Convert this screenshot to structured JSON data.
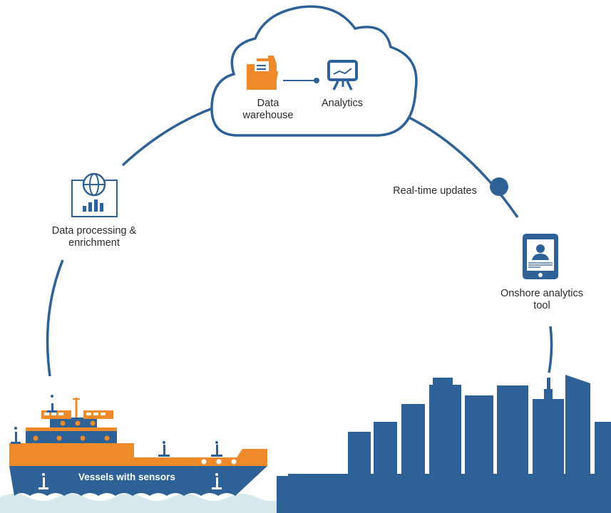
{
  "colors": {
    "primary_blue": "#2e6296",
    "accent_orange": "#ef8a2b",
    "water": "#d7e9ec",
    "text": "#2b2b2b",
    "background": "#ffffff"
  },
  "cloud": {
    "data_warehouse": {
      "label_line1": "Data",
      "label_line2": "warehouse",
      "icon": "folder-document-icon"
    },
    "analytics": {
      "label": "Analytics",
      "icon": "presentation-chart-icon"
    }
  },
  "processing": {
    "label_line1": "Data processing &",
    "label_line2": "enrichment",
    "icon": "globe-bar-chart-icon"
  },
  "updates": {
    "label": "Real-time updates"
  },
  "onshore": {
    "label_line1": "Onshore analytics",
    "label_line2": "tool",
    "icon": "tablet-user-icon"
  },
  "vessel": {
    "label": "Vessels with sensors",
    "icon": "ship-icon"
  },
  "city": {
    "icon": "city-skyline-icon"
  }
}
